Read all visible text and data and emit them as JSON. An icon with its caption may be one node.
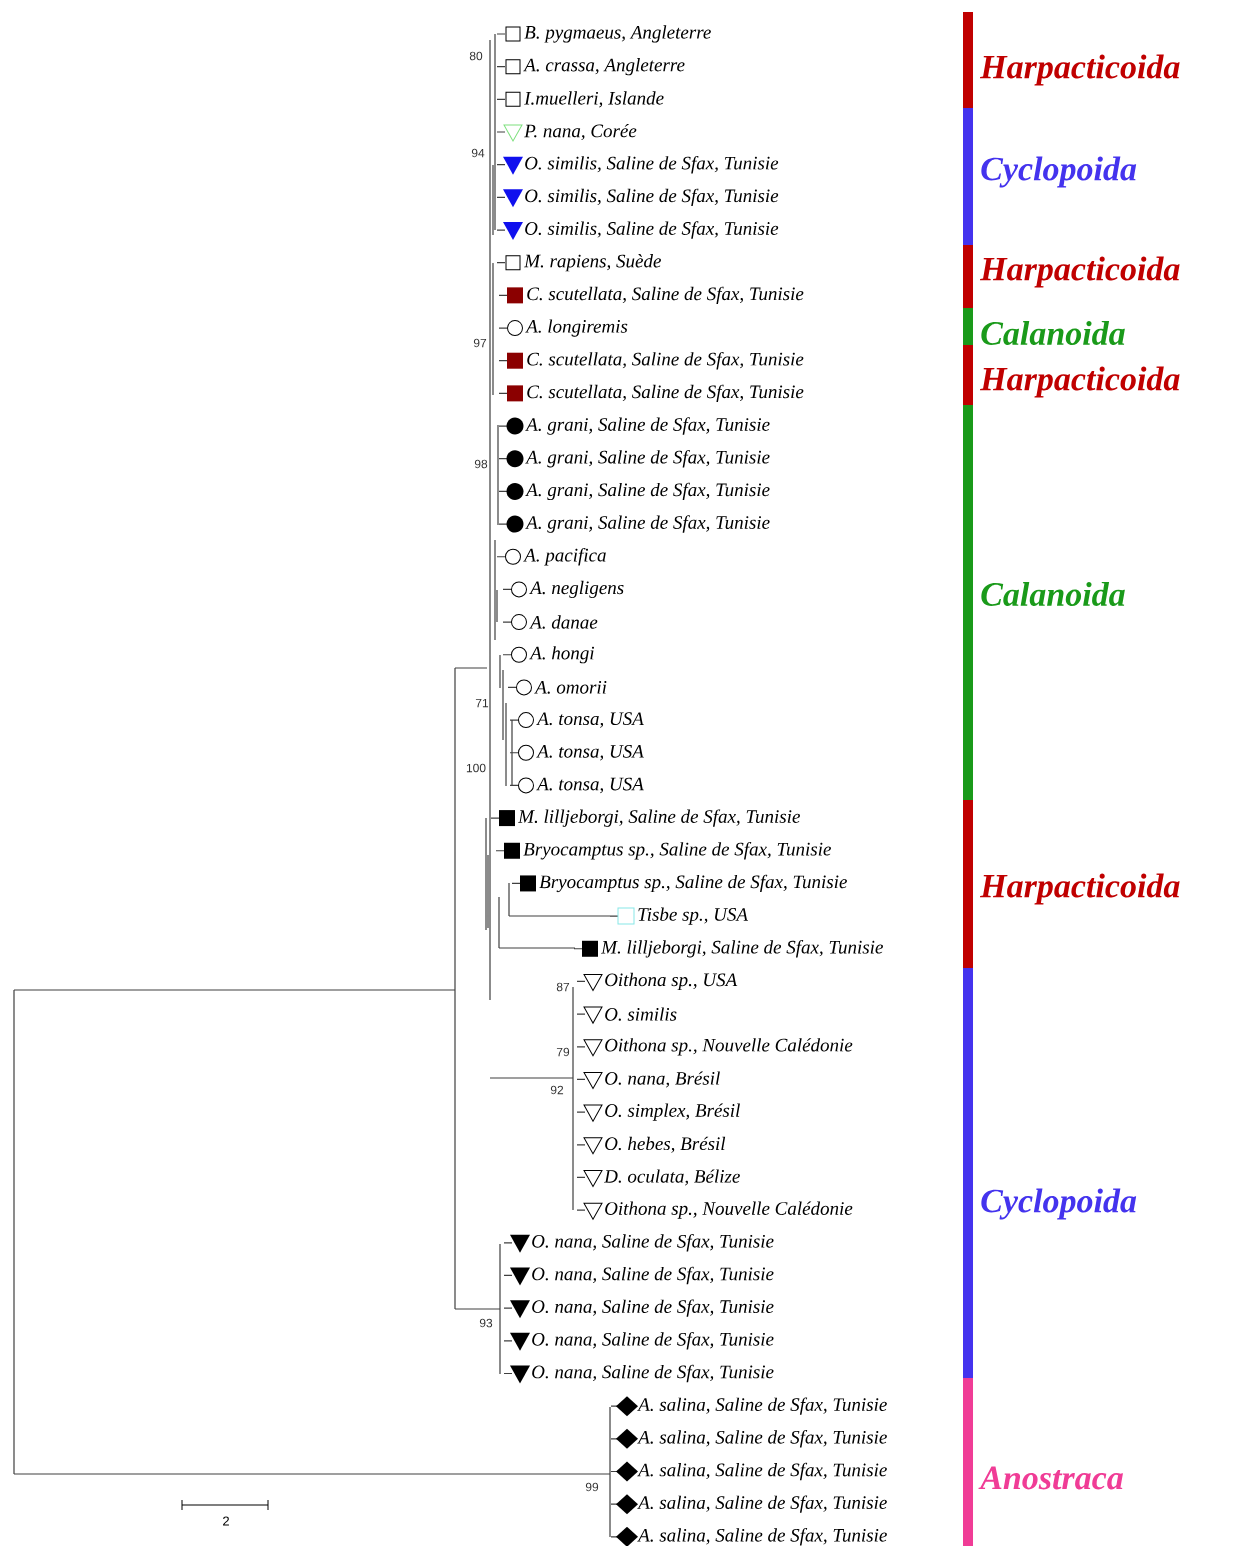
{
  "diagram": {
    "labels": [
      "B. pygmaeus, Angleterre",
      "A. crassa, Angleterre",
      "I.muelleri, Islande",
      "P. nana, Corée",
      "O. similis, Saline de Sfax, Tunisie",
      "O. similis, Saline de Sfax, Tunisie",
      "O. similis, Saline de Sfax, Tunisie",
      "M. rapiens, Suède",
      "C. scutellata, Saline de Sfax, Tunisie",
      "A. longiremis",
      "C. scutellata, Saline de Sfax, Tunisie",
      "C. scutellata, Saline de Sfax, Tunisie",
      "A. grani, Saline de Sfax, Tunisie",
      "A. grani, Saline de Sfax, Tunisie",
      "A. grani, Saline de Sfax, Tunisie",
      "A. grani, Saline de Sfax, Tunisie",
      "A. pacifica",
      "A. negligens",
      "A. danae",
      "A. hongi",
      "A. omorii",
      "A. tonsa, USA",
      "A. tonsa, USA",
      "A. tonsa, USA",
      "M. lilljeborgi, Saline de Sfax, Tunisie",
      "Bryocamptus sp., Saline de Sfax, Tunisie",
      "Bryocamptus sp., Saline de Sfax, Tunisie",
      "Tisbe sp., USA",
      "M. lilljeborgi, Saline de Sfax, Tunisie",
      "Oithona sp., USA",
      "O. similis",
      "Oithona sp., Nouvelle Calédonie",
      "O. nana, Brésil",
      "O. simplex, Brésil",
      "O. hebes, Brésil",
      "D. oculata, Bélize",
      "Oithona sp., Nouvelle Calédonie",
      "O. nana, Saline de Sfax, Tunisie",
      "O. nana, Saline de Sfax, Tunisie",
      "O. nana, Saline de Sfax, Tunisie",
      "O. nana, Saline de Sfax, Tunisie",
      "O. nana, Saline de Sfax, Tunisie",
      "A. salina, Saline de Sfax, Tunisie",
      "A. salina, Saline de Sfax, Tunisie",
      "A. salina, Saline de Sfax, Tunisie",
      "A. salina, Saline de Sfax, Tunisie",
      "A. salina, Saline de Sfax, Tunisie",
      "80",
      "94",
      "97",
      "98",
      "71",
      "100",
      "87",
      "79",
      "92",
      "93",
      "99",
      "Harpacticoida",
      "Cyclopoida",
      "Harpacticoida",
      "Calanoida",
      "Harpacticoida",
      "Calanoida",
      "Harpacticoida",
      "Cyclopoida",
      "Anostraca",
      "2"
    ]
  }
}
